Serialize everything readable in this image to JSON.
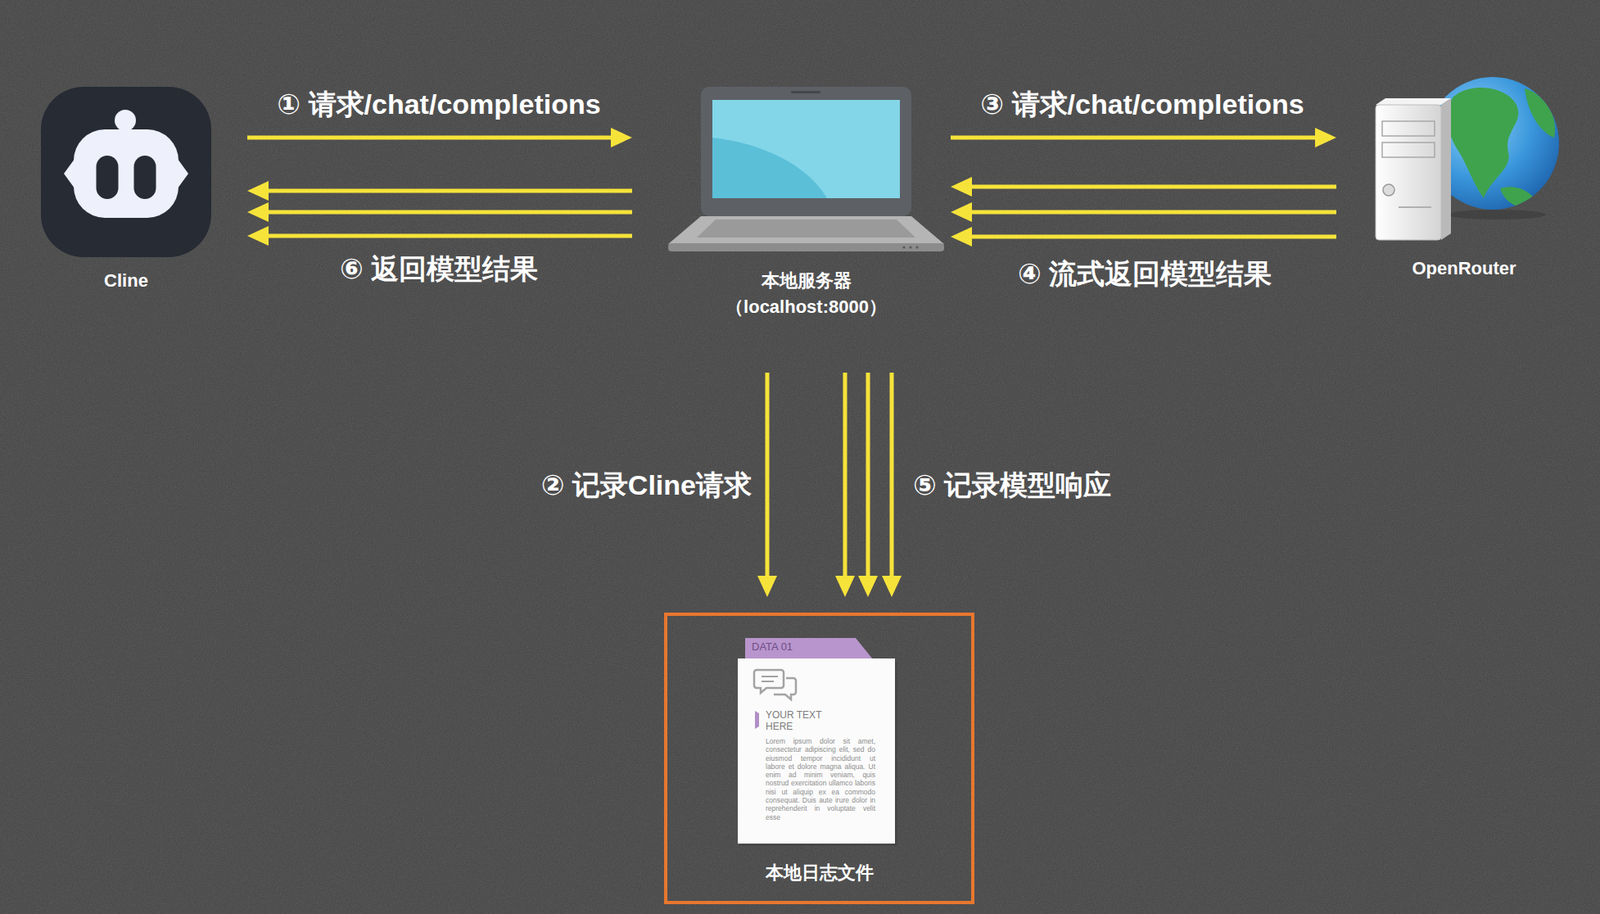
{
  "diagram": {
    "nodes": [
      {
        "text": [
          "Cline"
        ]
      },
      {
        "text": [
          "本地服务器 （localhost:8000）"
        ]
      },
      {
        "text": [
          "OpenRouter"
        ]
      },
      {
        "text": [
          "本地日志文件"
        ]
      }
    ],
    "edges": [
      {
        "from": 0,
        "to": 1,
        "label": "① 请求/chat/completions",
        "arrow": "to"
      },
      {
        "from": 1,
        "to": 0,
        "arrow": "to"
      },
      {
        "from": 1,
        "to": 0,
        "arrow": "to"
      },
      {
        "from": 1,
        "to": 0,
        "label": "⑥ 返回模型结果",
        "arrow": "to"
      },
      {
        "from": 1,
        "to": 2,
        "label": "③ 请求/chat/completions",
        "arrow": "to"
      },
      {
        "from": 2,
        "to": 1,
        "arrow": "to"
      },
      {
        "from": 2,
        "to": 1,
        "arrow": "to"
      },
      {
        "from": 2,
        "to": 1,
        "label": "④ 流式返回模型结果",
        "arrow": "to"
      },
      {
        "from": 1,
        "to": 3,
        "label": "② 记录Cline请求",
        "arrow": "to"
      },
      {
        "from": 1,
        "to": 3,
        "arrow": "to"
      },
      {
        "from": 1,
        "to": 3,
        "arrow": "to"
      },
      {
        "from": 1,
        "to": 3,
        "label": "⑤ 记录模型响应",
        "arrow": "to"
      }
    ],
    "labels": [
      "DATA 01",
      "YOUR TEXT HERE",
      "Lorem ipsum dolor sit amet, consectetur adipiscing elit, sed do eiusmod tempor incididunt ut labore et dolore magna aliqua. Ut enim ad minim veniam, quis nostrud exercitation ullamco laboris nisi ut aliquip ex ea commodo consequat. Duis aute irure dolor in reprehenderit in voluptate velit esse"
    ]
  }
}
